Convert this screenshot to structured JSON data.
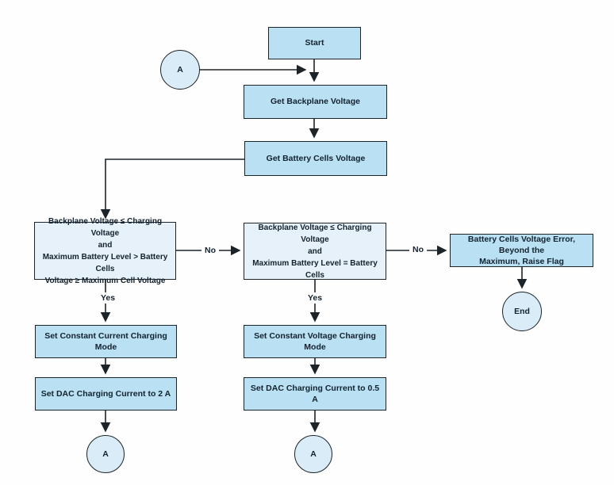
{
  "colors": {
    "page_bg": "#fefefe",
    "process_fill": "#b9e0f3",
    "decision_fill": "#e7f1f9",
    "terminal_fill": "#d9ecf8",
    "border": "#1c2429",
    "text": "#13222e",
    "line": "#1c2429"
  },
  "nodes": {
    "start": {
      "label": "Start"
    },
    "connector_a_top": {
      "label": "A"
    },
    "get_backplane_voltage": {
      "label": "Get Backplane Voltage"
    },
    "get_battery_cells_voltage": {
      "label": "Get Battery Cells Voltage"
    },
    "decision_constant_current": {
      "label": "Backplane Voltage ≤ Charging Voltage\nand\nMaximum Battery Level > Battery Cells\nVoltage ≥ Maximum Cell Voltage"
    },
    "decision_constant_voltage": {
      "label": "Backplane Voltage ≤ Charging Voltage\nand\nMaximum Battery Level = Battery Cells"
    },
    "error_flag": {
      "label": "Battery Cells Voltage Error, Beyond the\nMaximum, Raise Flag"
    },
    "end": {
      "label": "End"
    },
    "set_constant_current_mode": {
      "label": "Set Constant Current Charging Mode"
    },
    "set_dac_current_2a": {
      "label": "Set DAC Charging Current to 2 A"
    },
    "set_constant_voltage_mode": {
      "label": "Set Constant Voltage Charging Mode"
    },
    "set_dac_current_05a": {
      "label": "Set DAC Charging Current to 0.5 A"
    },
    "connector_a_bottom_left": {
      "label": "A"
    },
    "connector_a_bottom_mid": {
      "label": "A"
    }
  },
  "edge_labels": {
    "yes_left": "Yes",
    "no_left": "No",
    "yes_mid": "Yes",
    "no_right": "No"
  }
}
